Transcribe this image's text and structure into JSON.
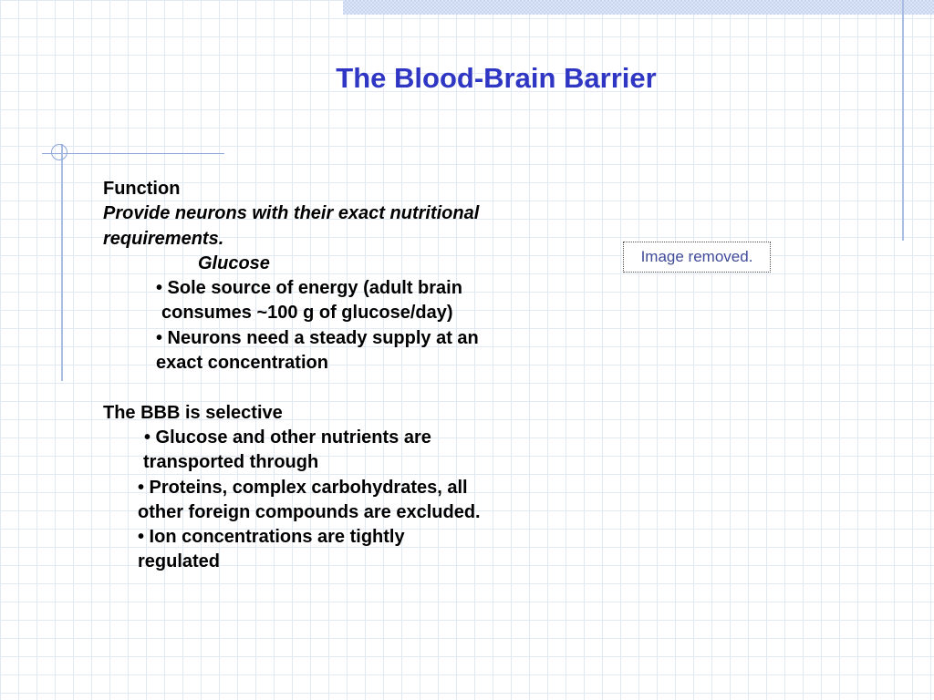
{
  "slide": {
    "title": "The Blood-Brain Barrier",
    "image_placeholder": "Image removed.",
    "lines": [
      "Function",
      "Provide neurons with their exact nutritional",
      "requirements.",
      "Glucose",
      "• Sole source of energy (adult brain",
      "consumes ~100 g of glucose/day)",
      "• Neurons need a steady supply at an",
      "exact concentration",
      "The BBB is selective",
      "• Glucose and other nutrients are",
      "transported through",
      "• Proteins, complex carbohydrates, all",
      "other foreign compounds are excluded.",
      "• Ion concentrations are tightly",
      "regulated"
    ]
  },
  "colors": {
    "title": "#2f36c3",
    "grid": "#e3e9f3",
    "accent_line": "#a9bde3"
  }
}
